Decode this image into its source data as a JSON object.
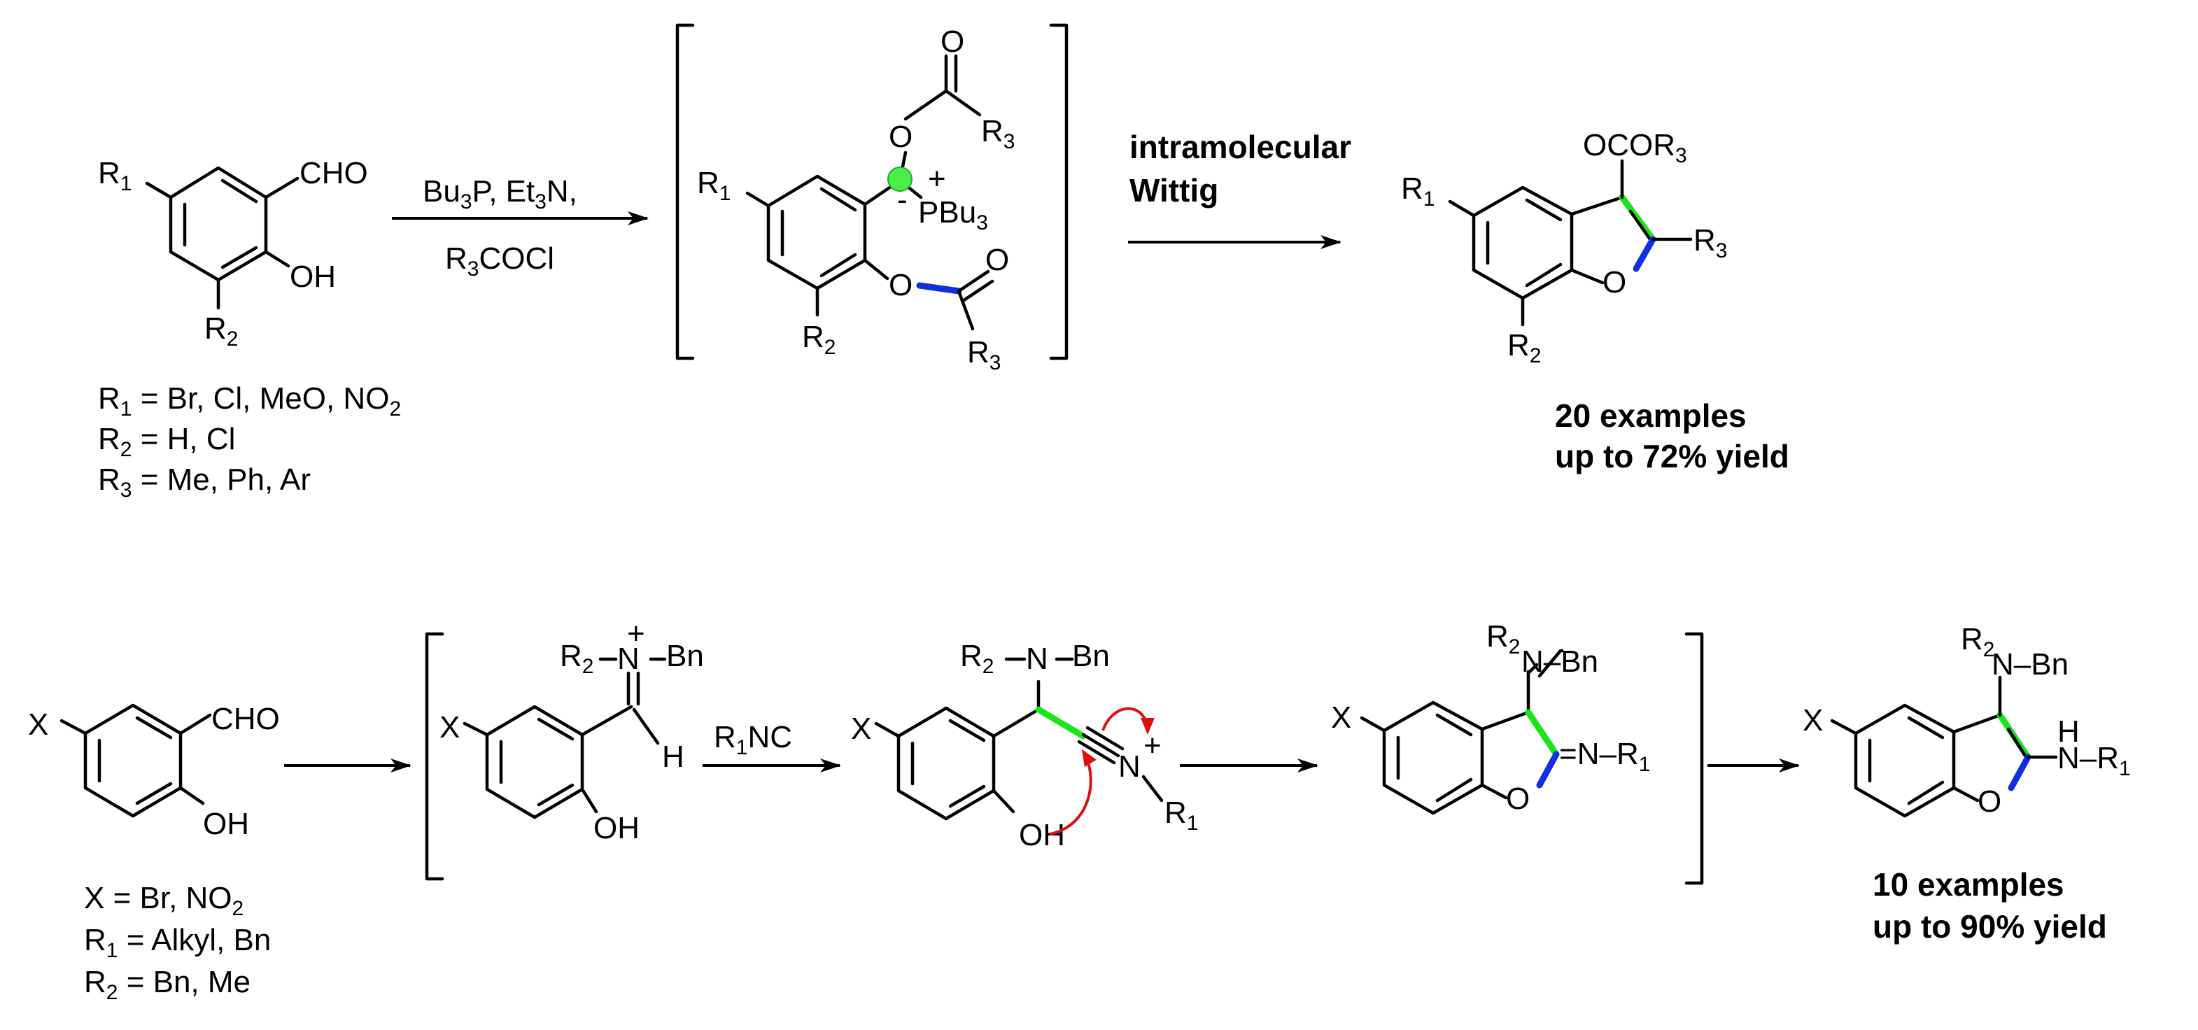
{
  "colors": {
    "ink": "#000000",
    "new_cc_bond": "#19e619",
    "new_co_bond": "#1030e0",
    "electron_flow": "#e01010",
    "ylide_dot": "#4cee4c"
  },
  "labels": {
    "R1": "R",
    "R1_sub": "1",
    "R2": "R",
    "R2_sub": "2",
    "R3": "R",
    "R3_sub": "3",
    "CHO": "CHO",
    "OH": "OH",
    "O": "O",
    "X": "X",
    "Bn": "Bn",
    "H": "H",
    "N": "N",
    "plus": "+",
    "minus": "-",
    "P": "P",
    "Bu": "Bu",
    "Bu_sub": "3",
    "OCOR": "OCOR",
    "OCOR_sub": "3",
    "N_R1": "N–R",
    "N_R1_sub": "1",
    "eq_N_R1": "=N–R",
    "N_Bn": "N–Bn",
    "dash": "–"
  },
  "top_scheme": {
    "reagent_line1_a": "Bu",
    "reagent_line1_b": "3",
    "reagent_line1_c": "P, Et",
    "reagent_line1_d": "3",
    "reagent_line1_e": "N,",
    "reagent_line2_a": "R",
    "reagent_line2_b": "3",
    "reagent_line2_c": "COCl",
    "step2_line1": "intramolecular",
    "step2_line2": "Wittig",
    "substituents": [
      {
        "label": "R",
        "sub": "1",
        "text": " = Br, Cl, MeO, NO",
        "tail_sub": "2"
      },
      {
        "label": "R",
        "sub": "2",
        "text": " = H, Cl",
        "tail_sub": ""
      },
      {
        "label": "R",
        "sub": "3",
        "text": " = Me, Ph, Ar",
        "tail_sub": ""
      }
    ],
    "result_line1": "20 examples",
    "result_line2": "up to 72% yield"
  },
  "bottom_scheme": {
    "reagent_a": "R",
    "reagent_b": "1",
    "reagent_c": "NC",
    "substituents": [
      {
        "label": "X",
        "sub": "",
        "text": " = Br, NO",
        "tail_sub": "2"
      },
      {
        "label": "R",
        "sub": "1",
        "text": " = Alkyl, Bn",
        "tail_sub": ""
      },
      {
        "label": "R",
        "sub": "2",
        "text": " = Bn, Me",
        "tail_sub": ""
      }
    ],
    "result_line1": "10 examples",
    "result_line2": "up to 90% yield"
  }
}
